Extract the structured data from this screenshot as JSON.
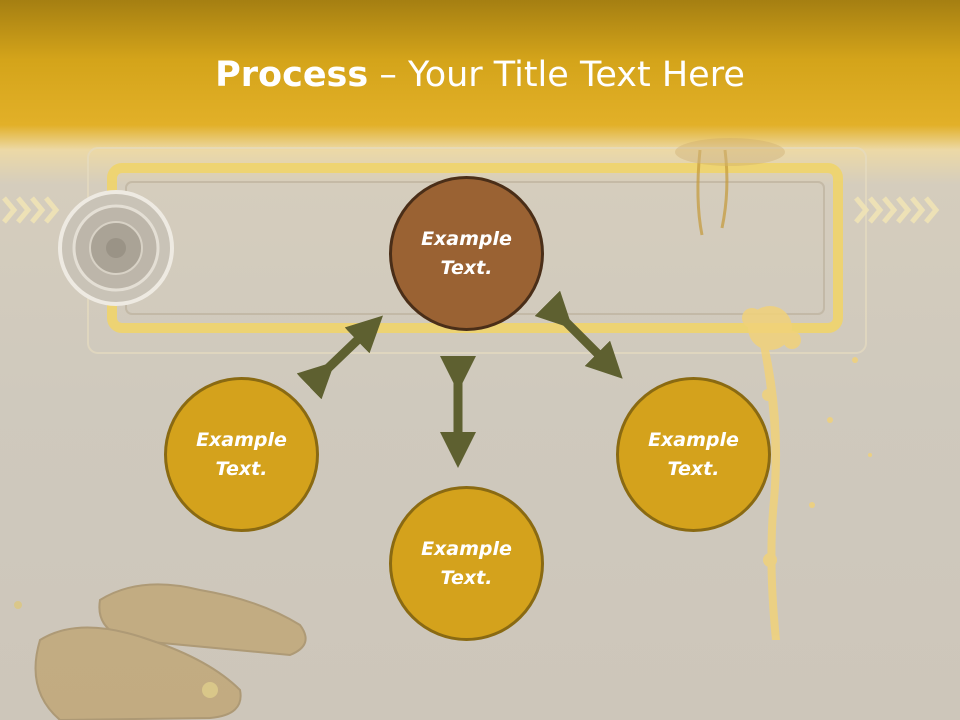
{
  "slide": {
    "title_bold": "Process",
    "title_rest": " – Your Title Text Here"
  },
  "nodes": {
    "top": {
      "line1": "Example",
      "line2": "Text."
    },
    "left": {
      "line1": "Example",
      "line2": "Text."
    },
    "right": {
      "line1": "Example",
      "line2": "Text."
    },
    "bottom": {
      "line1": "Example",
      "line2": "Text."
    }
  },
  "colors": {
    "gold_node": "#d4a21c",
    "brown_node": "#9a6233",
    "arrow": "#5e6030"
  },
  "icons": [
    "chevron-stripe-left",
    "speaker-ring",
    "chevron-stripe-right",
    "paint-splatter",
    "sneakers"
  ]
}
